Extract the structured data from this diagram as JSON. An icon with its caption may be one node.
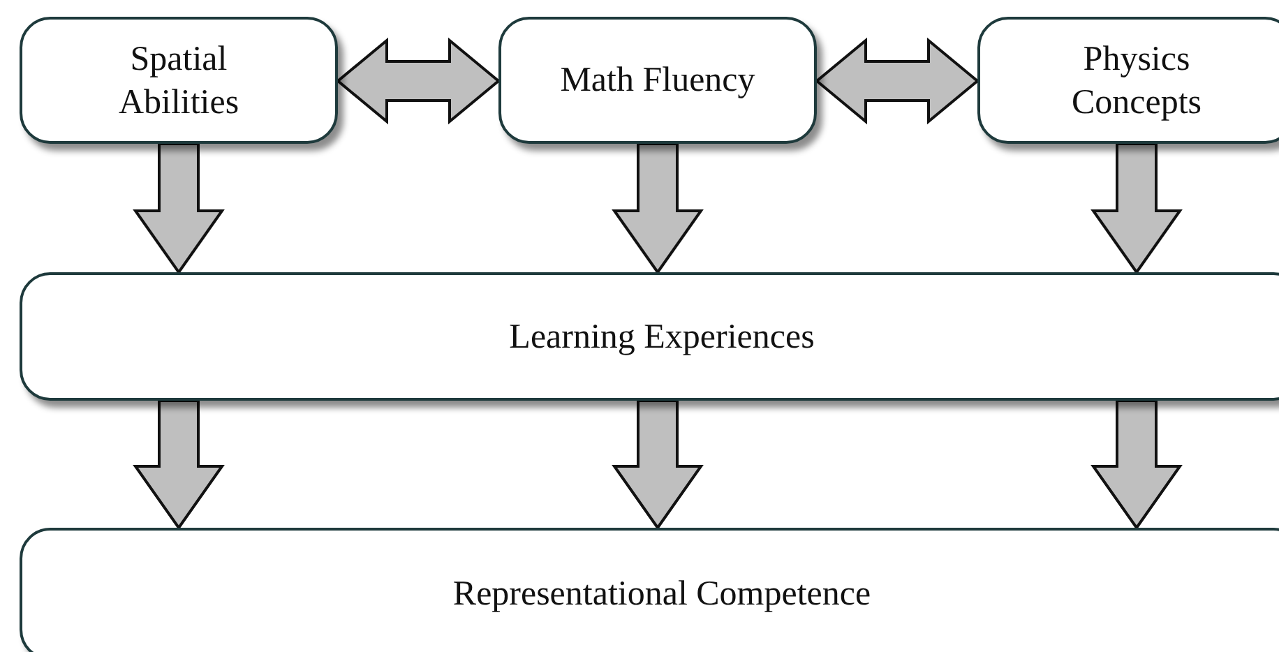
{
  "diagram": {
    "nodes": [
      {
        "text": [
          "Spatial Abilities"
        ]
      },
      {
        "text": [
          "Math Fluency"
        ]
      },
      {
        "text": [
          "Physics Concepts"
        ]
      },
      {
        "text": [
          "Learning Experiences"
        ]
      },
      {
        "text": [
          "Representational Competence"
        ]
      }
    ],
    "edges": [
      {
        "from": 0,
        "to": 1,
        "arrow": "both"
      },
      {
        "from": 1,
        "to": 2,
        "arrow": "both"
      },
      {
        "from": 0,
        "to": 3,
        "arrow": "to"
      },
      {
        "from": 1,
        "to": 3,
        "arrow": "to"
      },
      {
        "from": 2,
        "to": 3,
        "arrow": "to"
      },
      {
        "from": 3,
        "to": 4,
        "arrow": "to"
      },
      {
        "from": 3,
        "to": 4,
        "arrow": "to"
      },
      {
        "from": 3,
        "to": 4,
        "arrow": "to"
      }
    ]
  }
}
